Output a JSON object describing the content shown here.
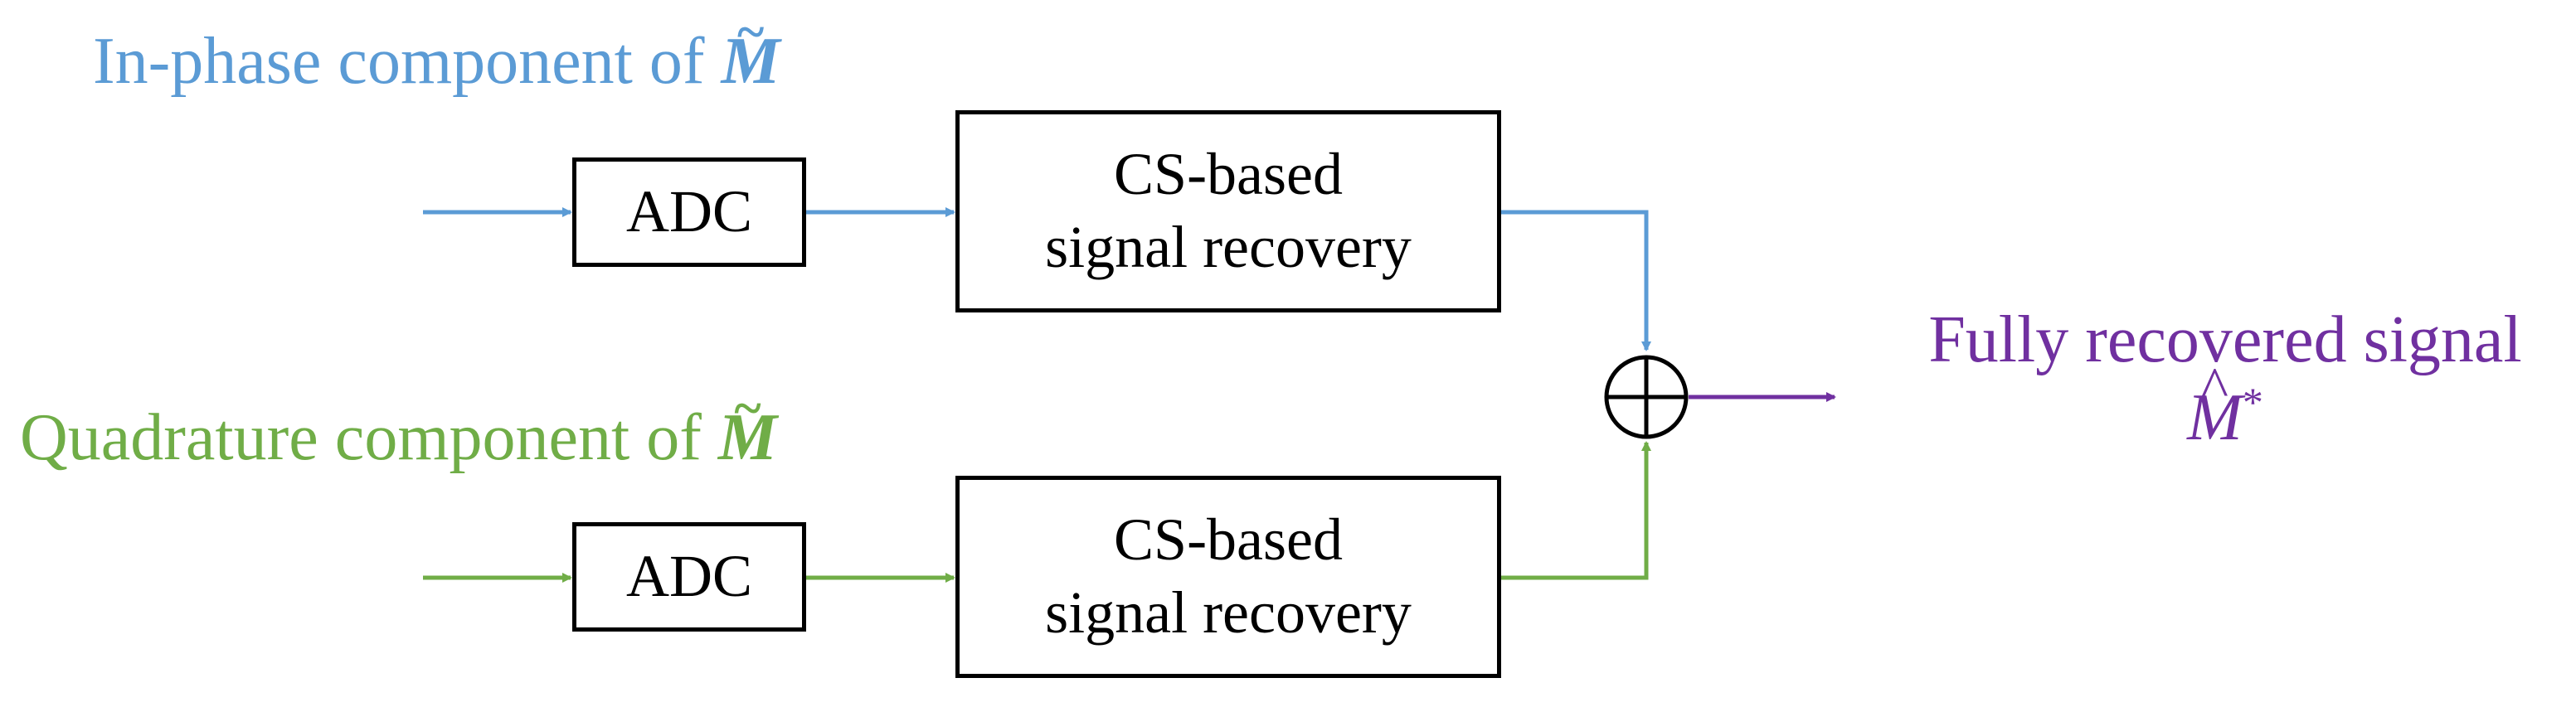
{
  "labels": {
    "inphase": {
      "text": "In-phase component of ",
      "symbol_base": "M",
      "symbol_accent": "~",
      "color": "#5B9BD5"
    },
    "quadrature": {
      "text": "Quadrature component of ",
      "symbol_base": "M",
      "symbol_accent": "~",
      "color": "#70AD47"
    },
    "output": {
      "line1": "Fully recovered signal",
      "symbol_base": "M",
      "symbol_accent": "^",
      "symbol_sup": "*",
      "color": "#7030A0"
    }
  },
  "blocks": {
    "adc_top": "ADC",
    "adc_bottom": "ADC",
    "cs_top": {
      "line1": "CS-based",
      "line2": "signal recovery"
    },
    "cs_bottom": {
      "line1": "CS-based",
      "line2": "signal recovery"
    }
  },
  "adder": {
    "symbol": "circled-plus"
  },
  "colors": {
    "inphase": "#5B9BD5",
    "quadrature": "#70AD47",
    "output": "#7030A0",
    "block_border": "#000000"
  }
}
